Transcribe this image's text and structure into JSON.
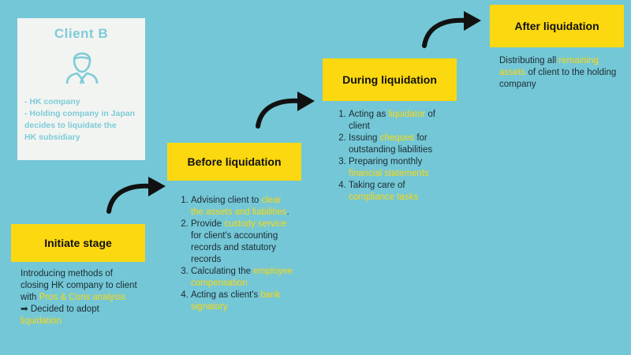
{
  "client": {
    "title": "Client B",
    "notes": [
      "- HK company",
      "- Holding company in Japan",
      "decides to liquidate the",
      "HK subsidiary"
    ]
  },
  "stages": {
    "initiate": {
      "label": "Initiate stage",
      "desc": {
        "p1": "Introducing methods of closing HK company to client with ",
        "p1_hl": "Pros & Cons analysis",
        "p2_prefix": "➡ Decided to adopt ",
        "p2_hl": "liquidation"
      }
    },
    "before": {
      "label": "Before liquidation",
      "steps": [
        {
          "t1": "Advising client to ",
          "hl": "clear the assets and liabilities",
          "t2": "."
        },
        {
          "t1": "Provide ",
          "hl": "custody service",
          "t2": " for client's accounting records and statutory records"
        },
        {
          "t1": "Calculating the ",
          "hl": "employee compensation",
          "t2": ""
        },
        {
          "t1": "Acting as client's ",
          "hl": "bank signatory",
          "t2": ""
        }
      ]
    },
    "during": {
      "label": "During liquidation",
      "steps": [
        {
          "t1": "Acting as ",
          "hl": "liquidator",
          "t2": " of client"
        },
        {
          "t1": "Issuing ",
          "hl": "cheques",
          "t2": " for outstanding liabilities"
        },
        {
          "t1": "Preparing monthly ",
          "hl": "financial statements",
          "t2": ""
        },
        {
          "t1": "Taking care of ",
          "hl": "compliance tasks",
          "t2": ""
        }
      ]
    },
    "after": {
      "label": "After liquidation",
      "desc": {
        "t1": "Distributing all ",
        "hl": "remaining assets",
        "t2": " of client to the holding company"
      }
    }
  },
  "colors": {
    "background": "#74c7d6",
    "box": "#fbd80f",
    "highlight": "#fbd80f",
    "client_text": "#7ecbd8",
    "card": "#f2f4f2"
  },
  "icons": {
    "avatar": "user-avatar-icon",
    "arrow": "curved-arrow-icon"
  }
}
